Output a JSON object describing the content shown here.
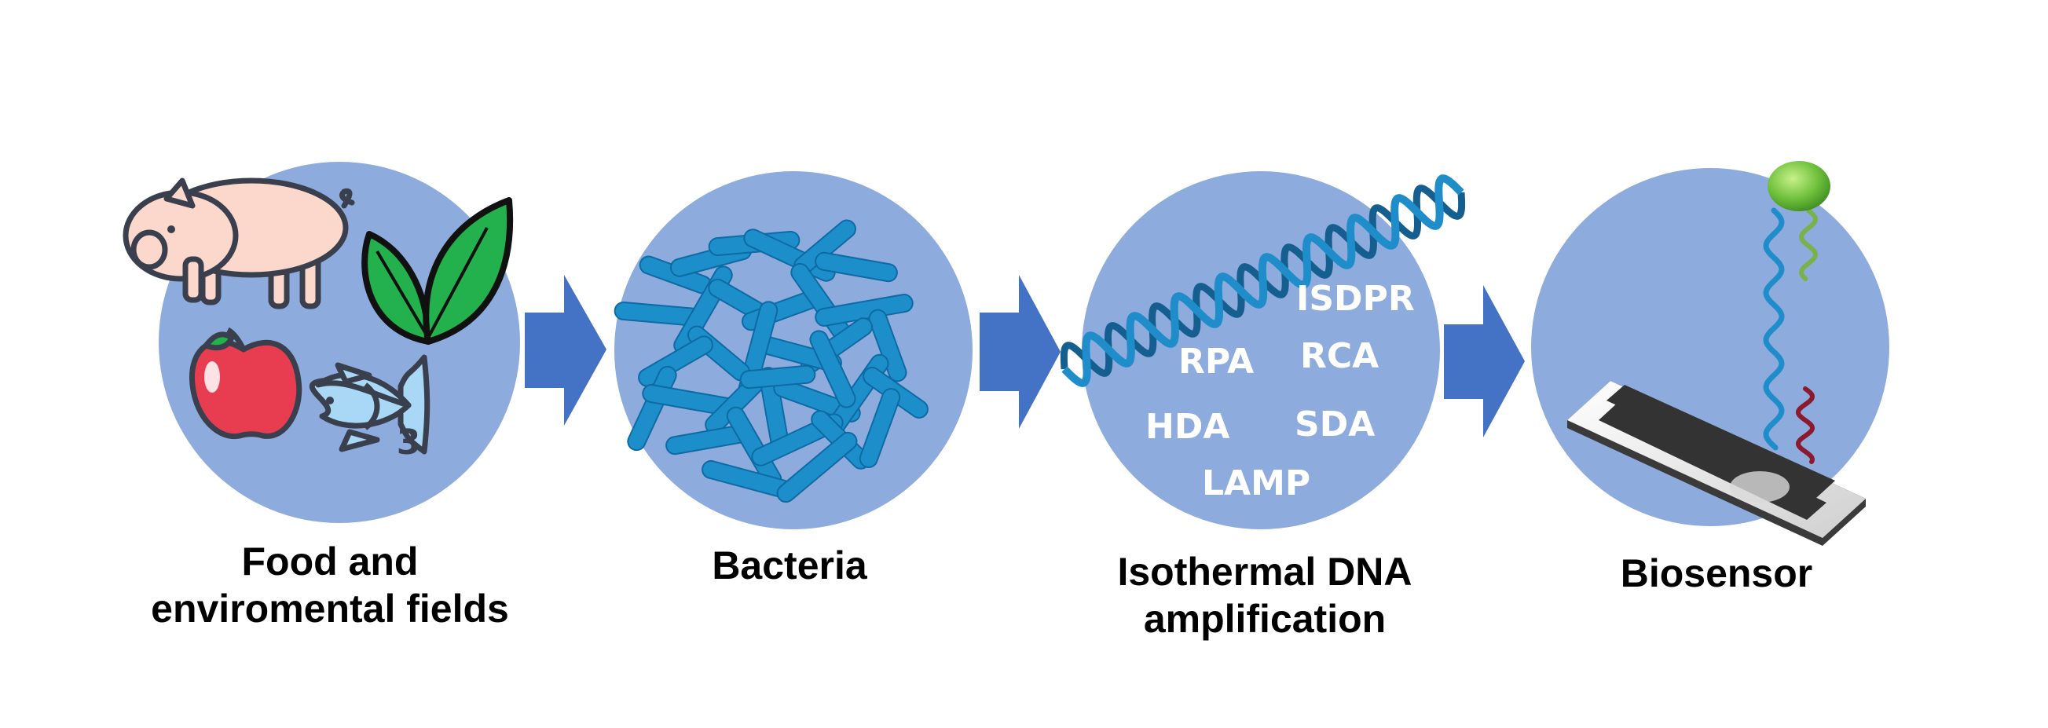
{
  "colors": {
    "circle": "#8EABDD",
    "arrow": "#4472C4",
    "bacteria": "#1C8FCB",
    "dna": "#1F8DC9",
    "leaf": "#22B14C",
    "apple": "#E83D51",
    "pig": "#FCD7CC",
    "fish": "#A8D8F5",
    "probe": "#78B24A",
    "target": "#8B1A2E"
  },
  "steps": [
    {
      "caption_lines": [
        "Food and",
        "enviromental fields"
      ],
      "icons": [
        "pig-icon",
        "leaf-icon",
        "apple-icon",
        "fish-icon"
      ],
      "fish_label": "3"
    },
    {
      "caption_lines": [
        "Bacteria"
      ],
      "icons": [
        "bacteria-cluster"
      ]
    },
    {
      "caption_lines": [
        "Isothermal DNA",
        "amplification"
      ],
      "icons": [
        "dna-helix-icon"
      ],
      "methods": [
        "ISDPR",
        "RPA",
        "RCA",
        "HDA",
        "SDA",
        "LAMP"
      ]
    },
    {
      "caption_lines": [
        "Biosensor"
      ],
      "icons": [
        "test-strip-icon",
        "probe-bead-icon"
      ]
    }
  ]
}
